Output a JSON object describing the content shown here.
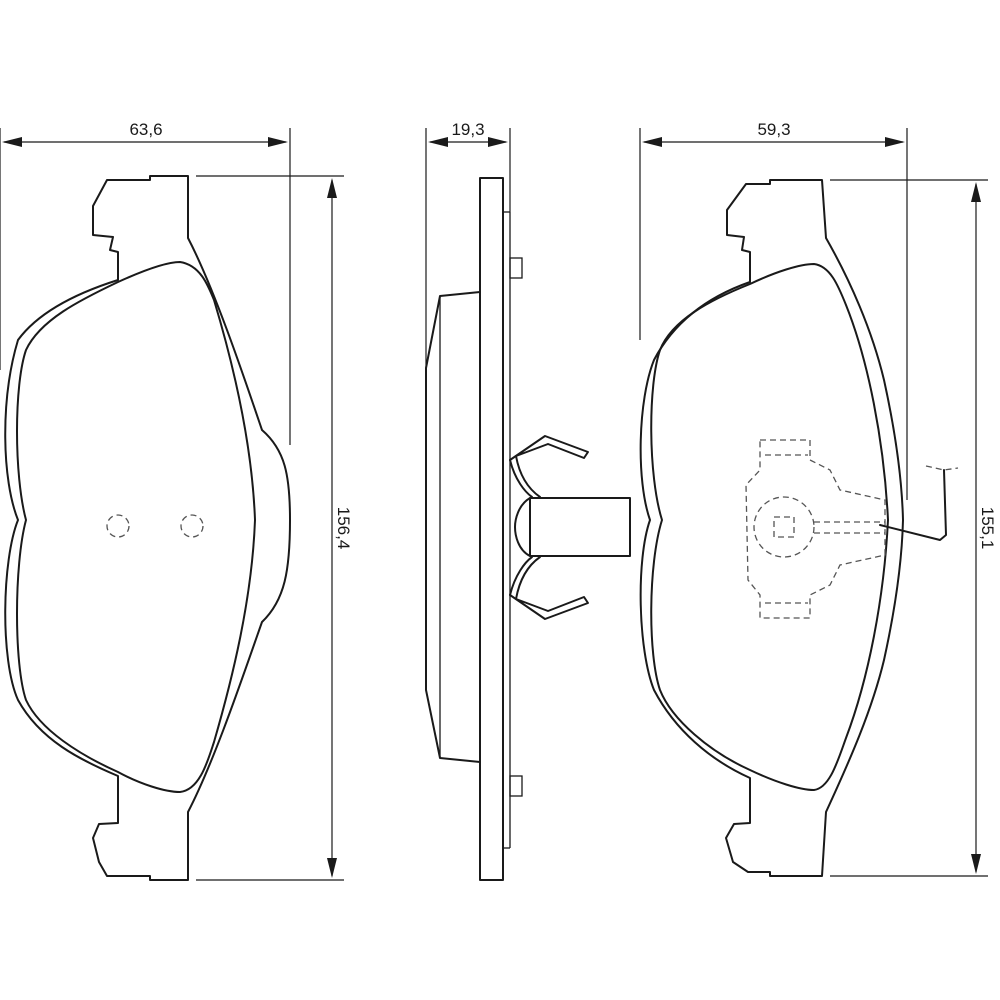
{
  "dimensions": {
    "pad1_width": "63,6",
    "pad1_height": "156,4",
    "thickness": "19,3",
    "pad2_width": "59,3",
    "pad2_height": "155,1"
  }
}
